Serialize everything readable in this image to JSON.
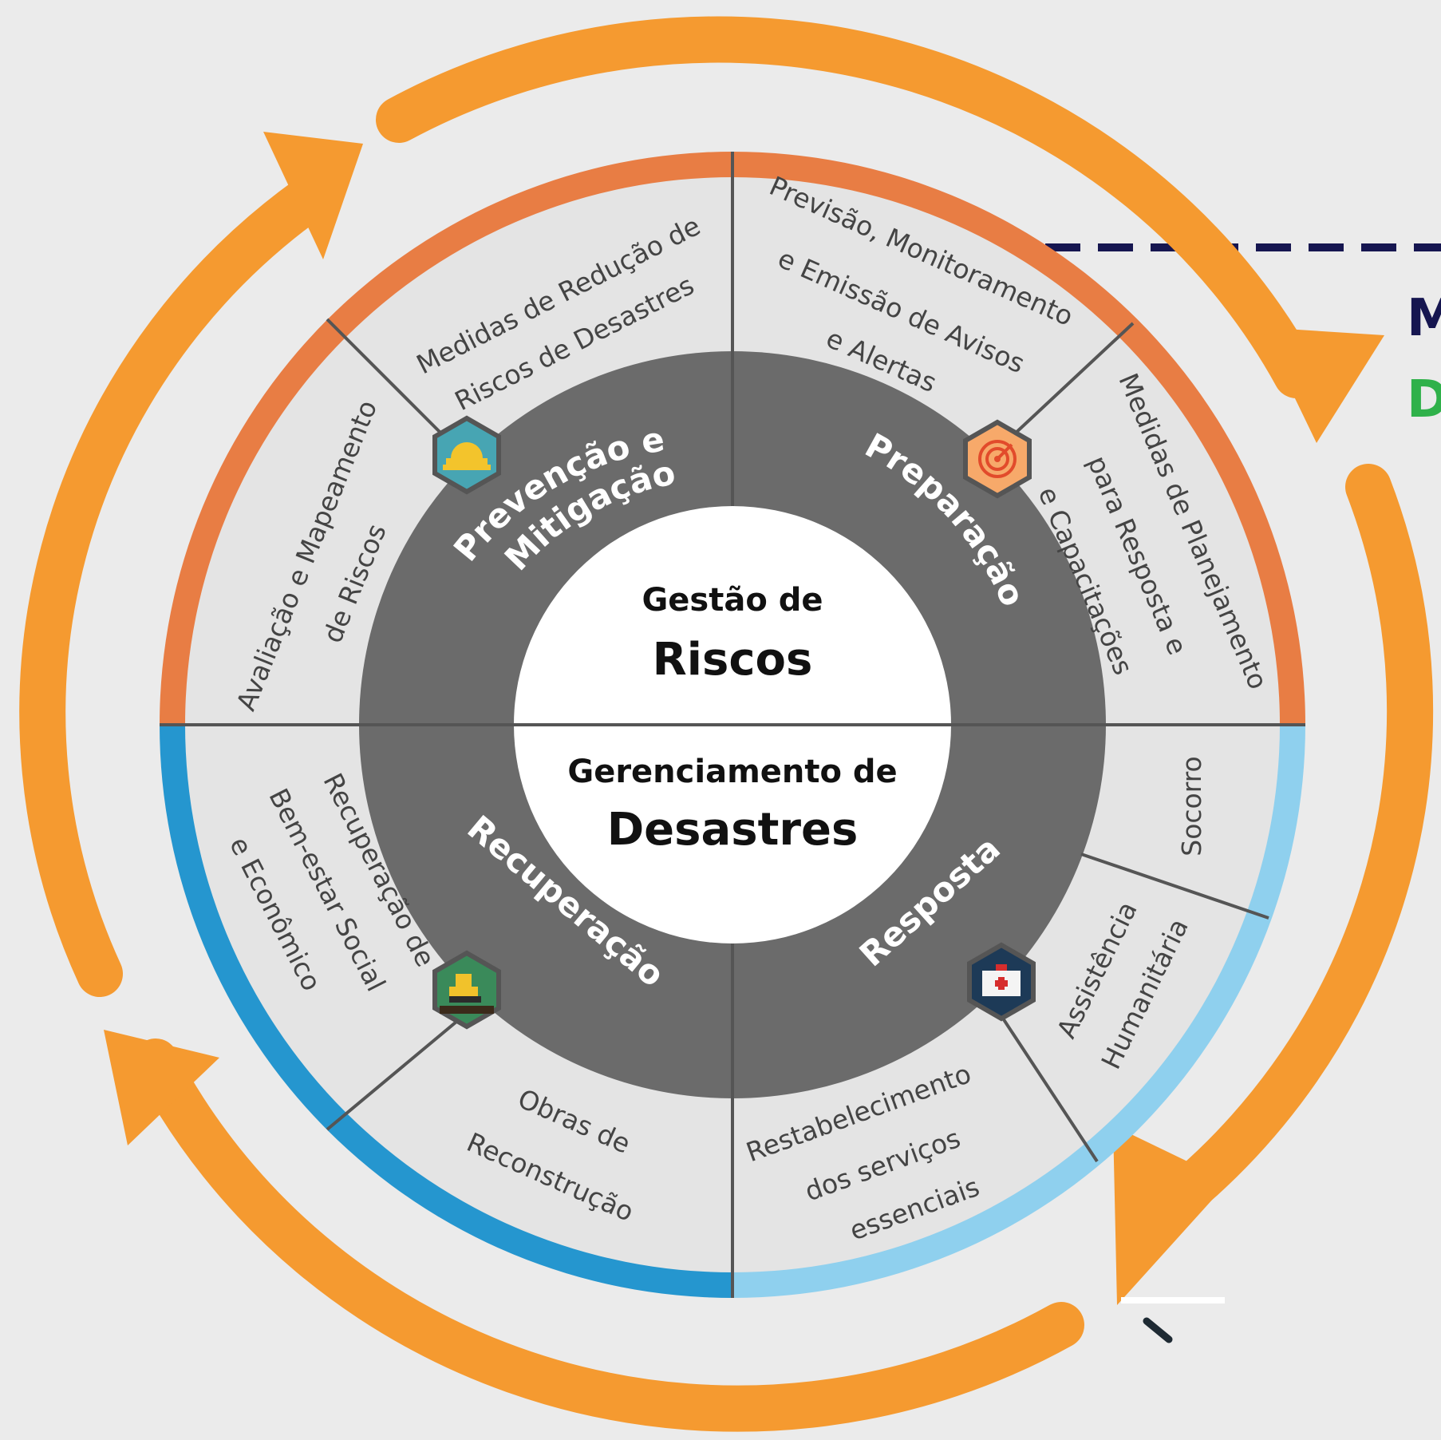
{
  "center": {
    "top_small": "Gestão de",
    "top_big": "Riscos",
    "bottom_small": "Gerenciamento de",
    "bottom_big": "Desastres"
  },
  "phases": {
    "prevencao_line1": "Prevenção e",
    "prevencao_line2": "Mitigação",
    "preparacao": "Preparação",
    "resposta": "Resposta",
    "recuperacao": "Recuperação"
  },
  "segments": {
    "medidas_reducao_l1": "Medidas de Redução de",
    "medidas_reducao_l2": "Riscos de Desastres",
    "previsao_l1": "Previsão, Monitoramento",
    "previsao_l2": "e Emissão de Avisos",
    "previsao_l3": "e Alertas",
    "planejamento_l1": "Medidas de Planejamento",
    "planejamento_l2": "para Resposta e",
    "planejamento_l3": "e Capacitações",
    "socorro": "Socorro",
    "assistencia_l1": "Assistência",
    "assistencia_l2": "Humanitária",
    "restabelecimento_l1": "Restabelecimento",
    "restabelecimento_l2": "dos serviços",
    "restabelecimento_l3": "essenciais",
    "obras_l1": "Obras de",
    "obras_l2": "Reconstrução",
    "recuperacao_social_l1": "Recuperação de",
    "recuperacao_social_l2": "Bem-estar Social",
    "recuperacao_social_l3": "e Econômico",
    "avaliacao_l1": "Avaliação e Mapeamento",
    "avaliacao_l2": "de Riscos"
  },
  "side_text": {
    "line1": "M",
    "line2": "D"
  },
  "icons": {
    "prevencao": "hard-hat-icon",
    "preparacao": "radar-icon",
    "resposta": "first-aid-kit-icon",
    "recuperacao": "bulldozer-icon"
  },
  "colors": {
    "background": "#ebebeb",
    "arrow": "#f59a30",
    "risk_ring": "#e87d44",
    "recovery_ring": "#2596cf",
    "response_ring": "#8fd0ee",
    "segment_fill": "#e4e4e4",
    "phase_ring": "#6b6b6b",
    "side_text_navy": "#161650",
    "side_text_green": "#2fb14a"
  }
}
